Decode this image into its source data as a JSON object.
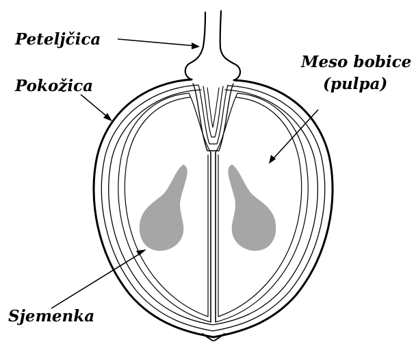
{
  "labels": {
    "peteljcica": "Peteljčica",
    "pokozica": "Pokožica",
    "meso_line1": "Meso bobice",
    "meso_line2": "(pulpa)",
    "sjemenka": "Sjemenka"
  },
  "colors": {
    "seed": "#a6a6a6",
    "line": "#000000",
    "background": "#ffffff"
  }
}
